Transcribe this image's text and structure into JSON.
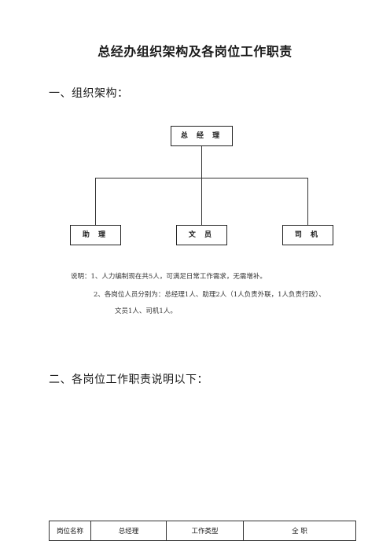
{
  "doc": {
    "title": "总经办组织架构及各岗位工作职责",
    "section1": "一、组织架构：",
    "section2": "二、各岗位工作职责说明以下："
  },
  "org": {
    "top": "总 经 理",
    "children": [
      "助  理",
      "文  员",
      "司  机"
    ]
  },
  "notes": {
    "line1": "说明：1、人力编制现在共5人，可满足日常工作需求，无需增补。",
    "line2": "2、各岗位人员分别为：总经理1人、助理2人（1人负责外联，1人负责行政）、",
    "line3": "文员1人、司机1人。"
  },
  "table": {
    "cells": [
      "岗位名称",
      "总经理",
      "工作类型",
      "全  职"
    ]
  }
}
